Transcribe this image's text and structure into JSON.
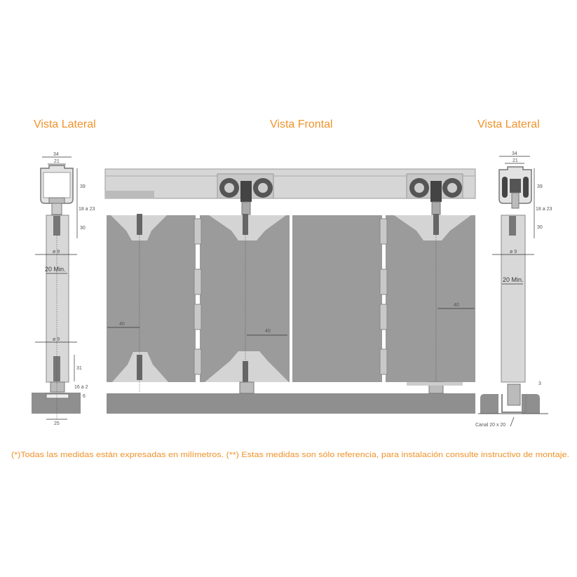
{
  "titles": {
    "left": "Vista Lateral",
    "center": "Vista Frontal",
    "right": "Vista Lateral"
  },
  "left_view": {
    "width_outer": "34",
    "width_inner": "21",
    "rail_height": "39",
    "gap": "18 a 23",
    "top_depth": "30",
    "top_diameter": "ø 9",
    "min_thickness": "20 Min.",
    "bottom_diameter": "ø 9",
    "bottom_depth": "31",
    "bottom_gap": "16 a 2",
    "guide_depth": "6",
    "guide_width": "25"
  },
  "front_view": {
    "dim_left": "40",
    "dim_center": "40",
    "dim_right": "40"
  },
  "right_view": {
    "width_outer": "34",
    "width_inner": "21",
    "rail_height": "39",
    "gap": "18 a 23",
    "top_depth": "30",
    "diameter": "ø 9",
    "min_thickness": "20 Min.",
    "bottom_gap": "3",
    "channel": "Canal 20 x 20"
  },
  "footnote": "(*)Todas las medidas están expresadas en milímetros. (**) Estas medidas son sólo referencia, para instalación consulte instructivo de montaje.",
  "colors": {
    "accent": "#f0922a",
    "panel": "#9b9b9b",
    "rail": "#d4d4d4"
  }
}
